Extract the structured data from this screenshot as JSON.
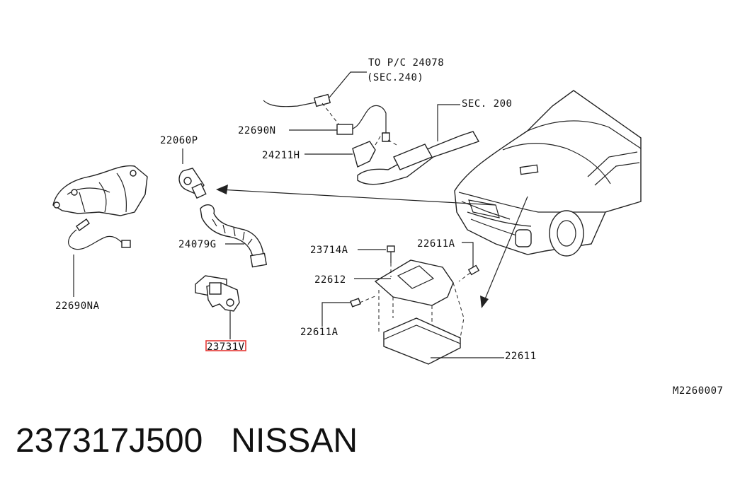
{
  "labels": {
    "to_pc": "TO P/C  24078",
    "sec240": "(SEC.240)",
    "sec200": "SEC. 200",
    "p22690N": "22690N",
    "p24211H": "24211H",
    "p22060P": "22060P",
    "p24079G": "24079G",
    "p22690NA": "22690NA",
    "p23731V": "23731V",
    "p23714A": "23714A",
    "p22611A_top": "22611A",
    "p22612": "22612",
    "p22611A_left": "22611A",
    "p22611": "22611",
    "code": "M2260007"
  },
  "footer": {
    "part_number": "237317J500",
    "brand": "NISSAN"
  },
  "highlight_color": "#e53935"
}
